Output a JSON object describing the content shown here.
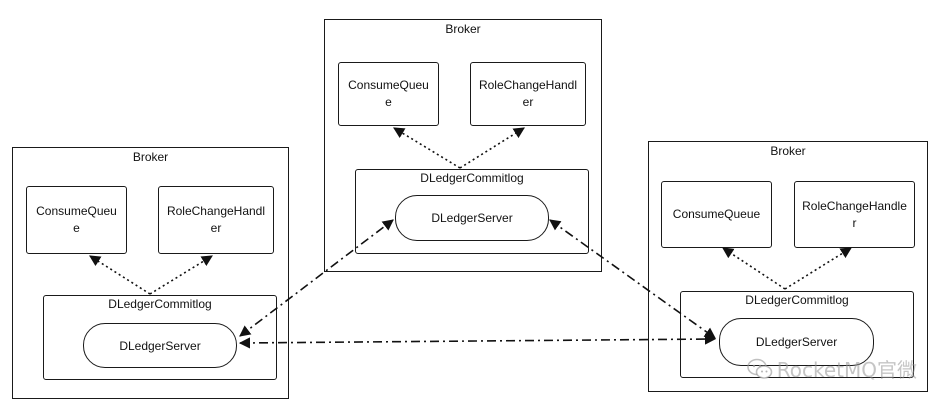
{
  "brokers": [
    {
      "title": "Broker",
      "consume_queue": "ConsumeQueue",
      "role_change_handler": "RoleChangeHandler",
      "commitlog": "DLedgerCommitlog",
      "server": "DLedgerServer"
    },
    {
      "title": "Broker",
      "consume_queue": "ConsumeQueue",
      "role_change_handler": "RoleChangeHandler",
      "commitlog": "DLedgerCommitlog",
      "server": "DLedgerServer"
    },
    {
      "title": "Broker",
      "consume_queue": "ConsumeQueue",
      "role_change_handler": "RoleChangeHandler",
      "commitlog": "DLedgerCommitlog",
      "server": "DLedgerServer"
    }
  ],
  "watermark": "RocketMQ官微",
  "watermark_icon": "wechat-icon"
}
